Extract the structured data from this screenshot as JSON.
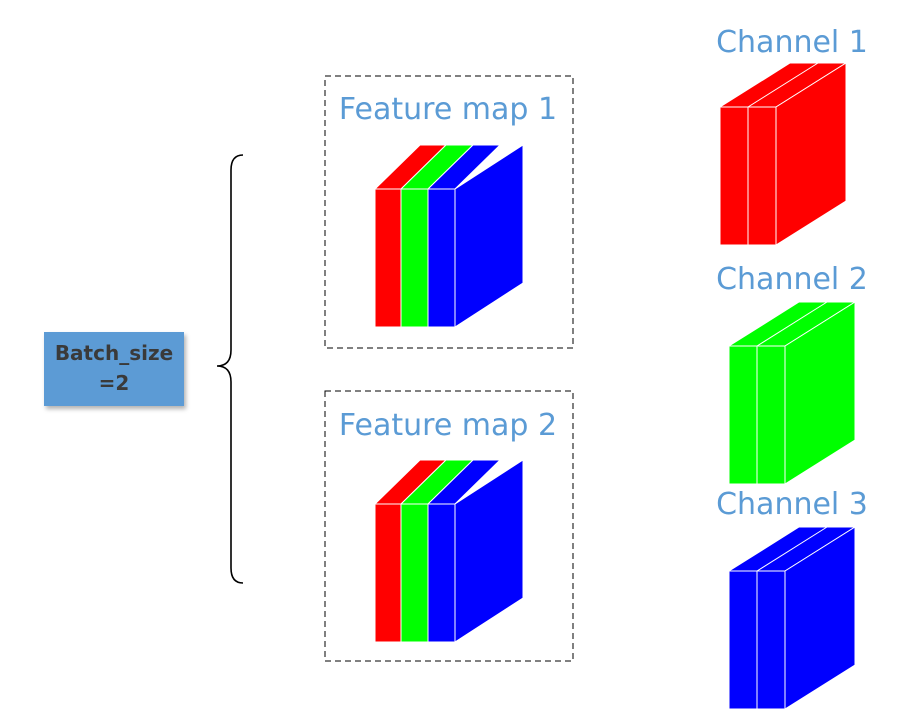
{
  "batch_box": {
    "line1": "Batch_size",
    "line2": "=2"
  },
  "feature_maps": [
    {
      "label": "Feature map 1"
    },
    {
      "label": "Feature map 2"
    }
  ],
  "channels": [
    {
      "label": "Channel 1",
      "color": "#ff0000"
    },
    {
      "label": "Channel 2",
      "color": "#00ff00"
    },
    {
      "label": "Channel 3",
      "color": "#0000ff"
    }
  ],
  "colors": {
    "label_text": "#5b9bd5",
    "batch_box_fill": "#5b9bd5",
    "batch_box_text": "#3a3a3a",
    "red": "#ff0000",
    "green": "#00ff00",
    "blue": "#0000ff"
  }
}
